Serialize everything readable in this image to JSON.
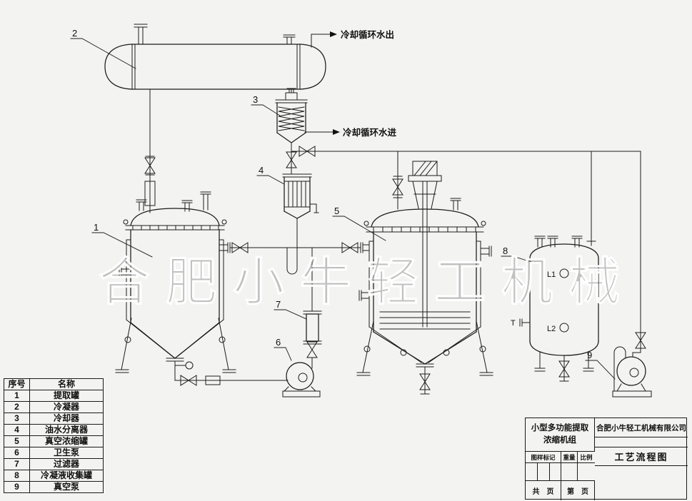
{
  "watermark": "合肥小牛轻工机械",
  "annotations": {
    "cooling_water_out": "冷却循环水出",
    "cooling_water_in": "冷却循环水进",
    "level_gauge_upper": "L1",
    "level_gauge_lower": "L2",
    "temp_point": "T"
  },
  "callouts": {
    "c1": "1",
    "c2": "2",
    "c3": "3",
    "c4": "4",
    "c5": "5",
    "c6": "6",
    "c7": "7",
    "c8": "8",
    "c9": "9"
  },
  "parts_table": {
    "headers": [
      "序号",
      "名称"
    ],
    "rows": [
      [
        "1",
        "提取罐"
      ],
      [
        "2",
        "冷凝器"
      ],
      [
        "3",
        "冷却器"
      ],
      [
        "4",
        "油水分离器"
      ],
      [
        "5",
        "真空浓缩罐"
      ],
      [
        "6",
        "卫生泵"
      ],
      [
        "7",
        "过滤器"
      ],
      [
        "8",
        "冷凝液收集罐"
      ],
      [
        "9",
        "真空泵"
      ]
    ]
  },
  "title_block": {
    "product_name": "小型多功能提取浓缩机组",
    "company": "合肥小牛轻工机械有限公司",
    "drawing_title": "工艺流程图",
    "field_mark": "图样标记",
    "field_weight": "重量",
    "field_scale": "比例",
    "pages_total": "共　页",
    "pages_current": "第　页"
  }
}
